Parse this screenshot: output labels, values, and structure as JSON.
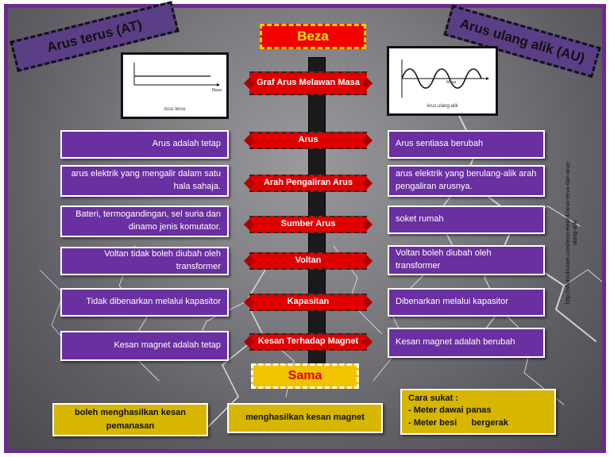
{
  "header": {
    "left_tag": "Arus terus (AT)",
    "right_tag": "Arus ulang alik (AU)",
    "beza_title": "Beza",
    "sama_title": "Sama"
  },
  "graphs": {
    "at": {
      "caption": "Arus terus",
      "axis_label": "Masa"
    },
    "au": {
      "caption": "Arus ulang-alik",
      "axis_label": "Masa"
    }
  },
  "rows": [
    {
      "label": "Graf Arus Melawan Masa",
      "left": "",
      "right": ""
    },
    {
      "label": "Arus",
      "left": "Arus adalah tetap",
      "right": "Arus sentiasa berubah"
    },
    {
      "label": "Arah Pengaliran Arus",
      "left": "arus elektrik yang mengalir dalam satu hala sahaja.",
      "right": "arus elektrik yang berulang-alik arah pengaliran arusnya."
    },
    {
      "label": "Sumber Arus",
      "left": "Bateri, termogandingan, sel suria dan dinamo jenis komutator.",
      "right": "soket rumah"
    },
    {
      "label": "Voltan",
      "left": "Voltan tidak boleh diubah oleh transformer",
      "right": "Voltan boleh diubah oleh transformer"
    },
    {
      "label": "Kapasitan",
      "left": "Tidak dibenarkan melalui kapasitor",
      "right": "Dibenarkan melalui kapasitor"
    },
    {
      "label": "Kesan Terhadap Magnet",
      "left": "Kesan magnet adalah tetap",
      "right": "Kesan magnet adalah berubah"
    }
  ],
  "same": {
    "item1": "boleh menghasilkan kesan pemanasan",
    "item2": "menghasilkan kesan magnet",
    "measure_title": "Cara sukat :",
    "measure_line1": "- Meter dawai panas",
    "measure_line2": "- Meter besi      bergerak"
  },
  "source": "http://shahrulnizam.com/teori-elektrik/arus-terus-dan-arus-ulang-alik/",
  "colors": {
    "frame": "#6b2a8c",
    "purple_box": "#6a2fa0",
    "red_label": "#e00000",
    "yellow_box": "#d6b600"
  }
}
